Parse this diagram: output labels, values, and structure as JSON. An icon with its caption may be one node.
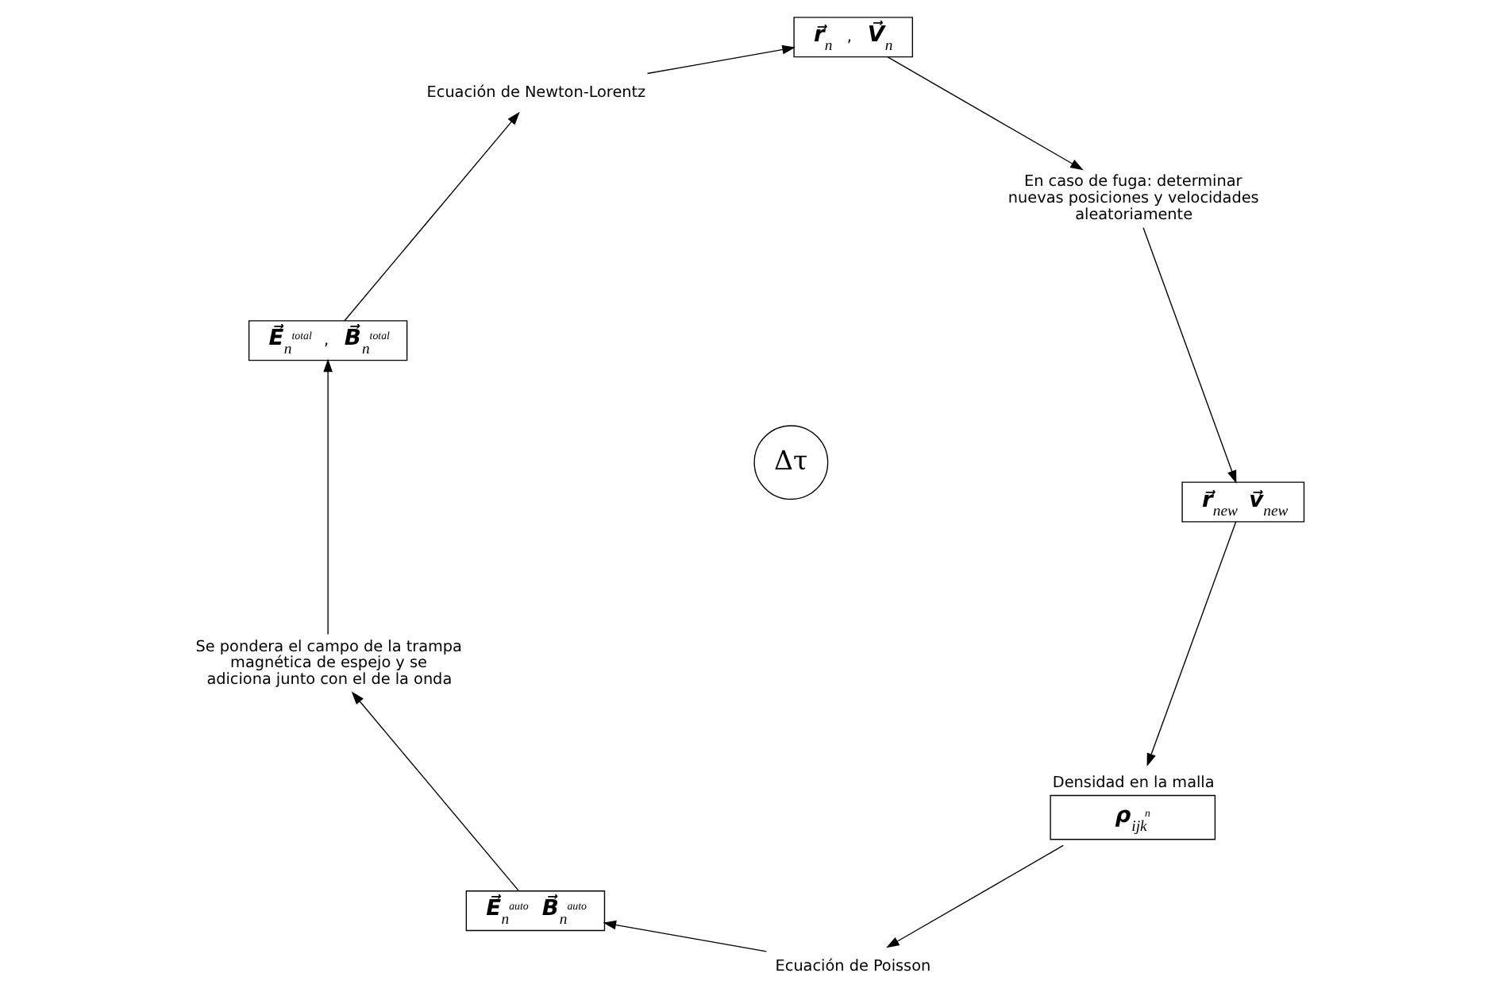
{
  "diagram": {
    "nodes": [
      {
        "text": [
          "Densidad en la malla",
          "*ρ*$_{ijk}$$^{n}$"
        ]
      },
      {
        "text": [
          "Ecuación de Poisson"
        ]
      },
      {
        "text": [
          "*E⃗*$_{n}$$^{auto}$ *B⃗*$_{n}$$^{auto}$"
        ]
      },
      {
        "text": [
          "Se pondera el campo de la trampa magnética de espejo y se adiciona junto con el de la onda"
        ]
      },
      {
        "text": [
          "*E⃗*$_{n}$$^{total}$ , *B⃗*$_{n}$$^{total}$"
        ]
      },
      {
        "text": [
          "Ecuación de Newton-Lorentz"
        ]
      },
      {
        "text": [
          "*r⃗*$_{n}$ , *V⃗*$_{n}$"
        ]
      },
      {
        "text": [
          "En caso de fuga: determinar nuevas posiciones y velocidades aleatoriamente"
        ]
      },
      {
        "text": [
          "*r⃗*$_{new}$ *v⃗*$_{new}$"
        ]
      },
      {
        "text": [
          "Δτ"
        ]
      }
    ],
    "edges": [
      {
        "from": 0,
        "to": 1,
        "arrow": "to"
      },
      {
        "from": 1,
        "to": 2,
        "arrow": "to"
      },
      {
        "from": 2,
        "to": 3,
        "arrow": "to"
      },
      {
        "from": 3,
        "to": 4,
        "arrow": "to"
      },
      {
        "from": 4,
        "to": 5,
        "arrow": "to"
      },
      {
        "from": 5,
        "to": 6,
        "arrow": "to"
      },
      {
        "from": 6,
        "to": 7,
        "arrow": "to"
      },
      {
        "from": 7,
        "to": 8,
        "arrow": "to"
      },
      {
        "from": 8,
        "to": 0,
        "arrow": "to"
      }
    ]
  }
}
